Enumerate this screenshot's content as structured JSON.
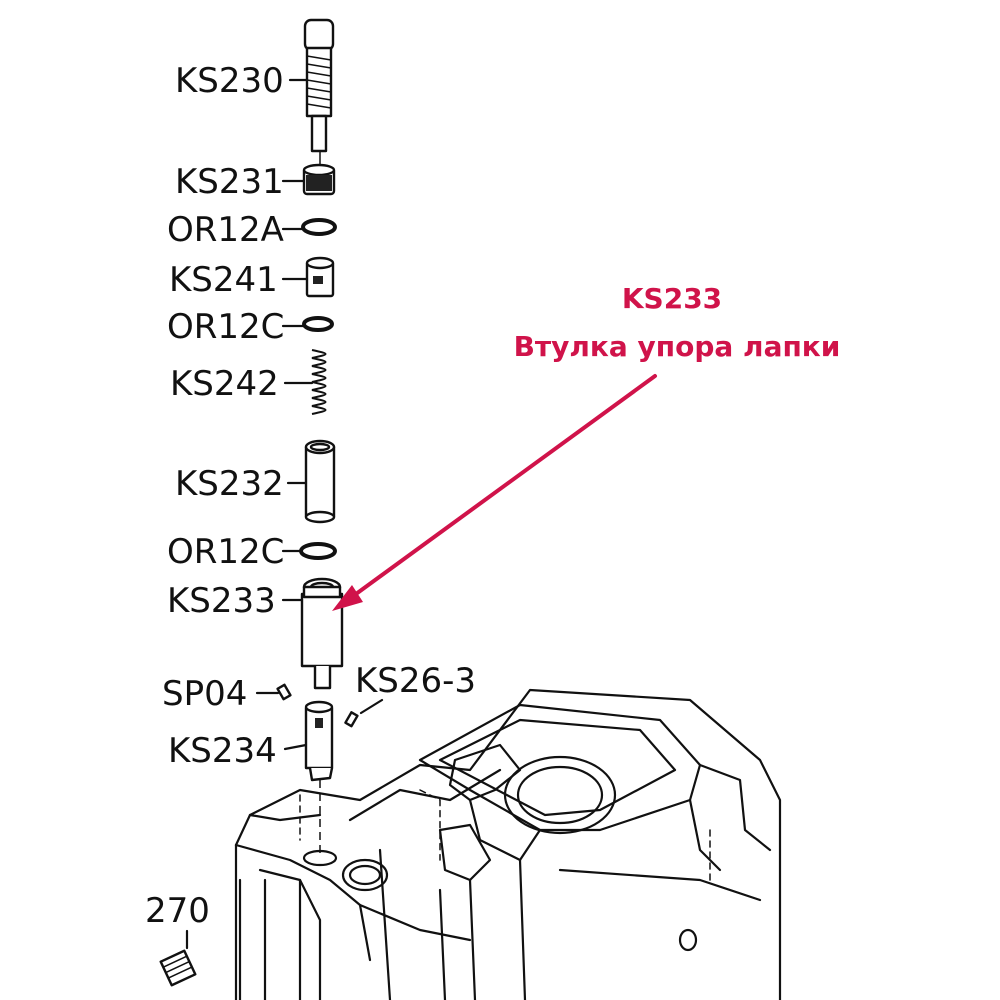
{
  "labels": {
    "ks230": "KS230",
    "ks231": "KS231",
    "or12a": "OR12A",
    "ks241": "KS241",
    "or12c_top": "OR12C",
    "ks242": "KS242",
    "ks232": "KS232",
    "or12c_bottom": "OR12C",
    "ks233": "KS233",
    "sp04": "SP04",
    "ks26_3": "KS26-3",
    "ks234": "KS234",
    "n270": "270"
  },
  "highlight": {
    "code": "KS233",
    "description": "Втулка упора лапки",
    "color": "#d0134a"
  }
}
